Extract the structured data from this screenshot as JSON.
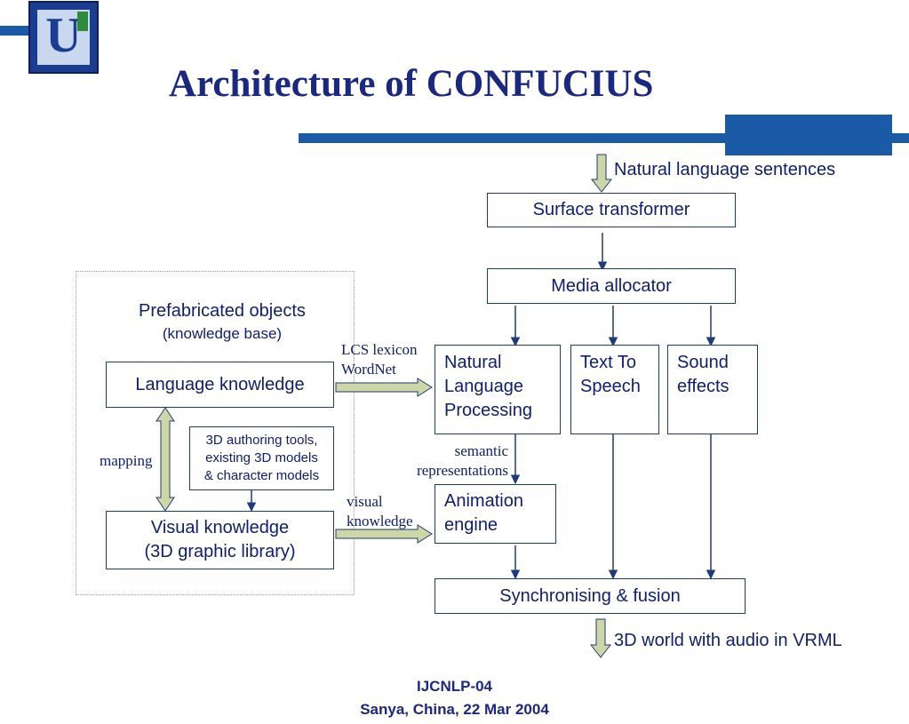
{
  "slide": {
    "title": "Architecture of CONFUCIUS",
    "logo_letter": "U",
    "footer": {
      "line1": "IJCNLP-04",
      "line2": "Sanya, China, 22 Mar 2004"
    }
  },
  "colors": {
    "accent_blue": "#1a5aa6",
    "title_navy": "#1b2880",
    "arrow_fill": "#cdd7a6",
    "box_border": "#1f3a7a"
  },
  "diagram": {
    "input_label": "Natural language sentences",
    "output_label": "3D world with audio in VRML",
    "surface_transformer": "Surface transformer",
    "media_allocator": "Media allocator",
    "nlp": "Natural\nLanguage\nProcessing",
    "tts": "Text To\nSpeech",
    "sound": "Sound\neffects",
    "animation": "Animation\nengine",
    "sync": "Synchronising & fusion",
    "kb_title": "Prefabricated objects",
    "kb_subtitle": "(knowledge base)",
    "language_knowledge": "Language knowledge",
    "visual_knowledge": "Visual knowledge\n(3D graphic library)",
    "authoring_tools": "3D authoring tools,\nexisting 3D models\n& character models",
    "mapping": "mapping",
    "lcs_label": "LCS lexicon\nWordNet",
    "semantic_label": "semantic\nrepresentations",
    "visual_label": "visual\nknowledge"
  }
}
